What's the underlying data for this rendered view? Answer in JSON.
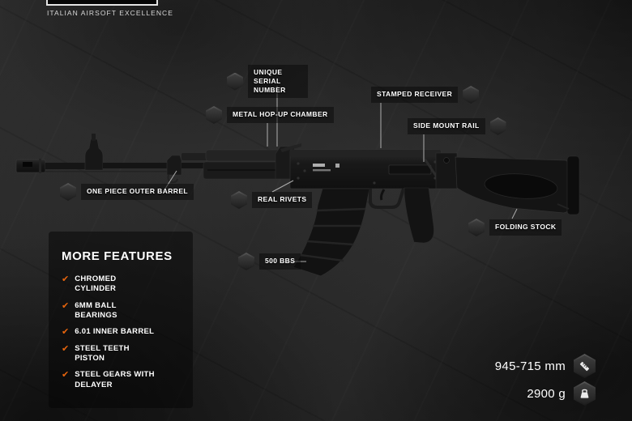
{
  "brand": {
    "tagline": "ITALIAN AIRSOFT EXCELLENCE"
  },
  "callouts": [
    {
      "label": "UNIQUE SERIAL NUMBER"
    },
    {
      "label": "METAL HOP-UP CHAMBER"
    },
    {
      "label": "STAMPED RECEIVER"
    },
    {
      "label": "SIDE MOUNT RAIL"
    },
    {
      "label": "ONE PIECE OUTER BARREL"
    },
    {
      "label": "REAL RIVETS"
    },
    {
      "label": "FOLDING STOCK"
    },
    {
      "label": "500 BBS"
    }
  ],
  "features": {
    "title": "MORE FEATURES",
    "items": [
      "CHROMED CYLINDER",
      "6MM BALL BEARINGS",
      "6.01 INNER BARREL",
      "STEEL TEETH PISTON",
      "STEEL GEARS WITH DELAYER"
    ]
  },
  "specs": [
    {
      "value": "945-715 mm"
    },
    {
      "value": "2900 g"
    }
  ],
  "icons": {
    "check": "✔"
  },
  "colors": {
    "accent": "#e8650d",
    "background": "#1e1e1e",
    "text": "#ffffff"
  }
}
